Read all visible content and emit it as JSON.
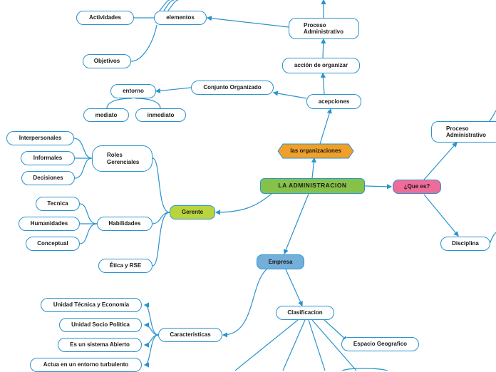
{
  "colors": {
    "line": "#2a93cf",
    "central": "#86c14a",
    "organizaciones": "#f0a02a",
    "que_es": "#ef6b9a",
    "gerente": "#b8d53e",
    "empresa": "#74afd9"
  },
  "nodes": {
    "central": "LA ADMINISTRACION",
    "organizaciones": "las organizaciones",
    "acepciones": "acepciones",
    "accion_organizar": "acción de organizar",
    "proceso_admin_top": "Proceso\nAdministrativo",
    "elementos": "elementos",
    "actividades": "Actividades",
    "objetivos": "Objetivos",
    "conjunto_organizado": "Conjunto Organizado",
    "entorno": "entorno",
    "mediato": "mediato",
    "inmediato": "inmediato",
    "que_es": "¿Que es?",
    "proceso_admin_right": "Proceso\nAdministrativo",
    "disciplina": "Disciplina",
    "gerente": "Gerente",
    "roles": "Roles\nGerenciales",
    "interpersonales": "Interpersonales",
    "informales": "Informales",
    "decisiones": "Decisiones",
    "habilidades": "Habilidades",
    "tecnica": "Tecnica",
    "humanidades": "Humanidades",
    "conceptual": "Conceptual",
    "etica": "Ética y RSE",
    "empresa": "Empresa",
    "clasificacion": "Clasificacion",
    "espacio": "Espacio  Geografico",
    "caracteristicas": "Caracteristicas",
    "unidad_tecnica": "Unidad Técnica y Economía",
    "unidad_socio": "Unidad Socio Politica",
    "sistema_abierto": "Es un sistema Abierto",
    "entorno_turbulento": "Actua en un entorno turbulento"
  }
}
